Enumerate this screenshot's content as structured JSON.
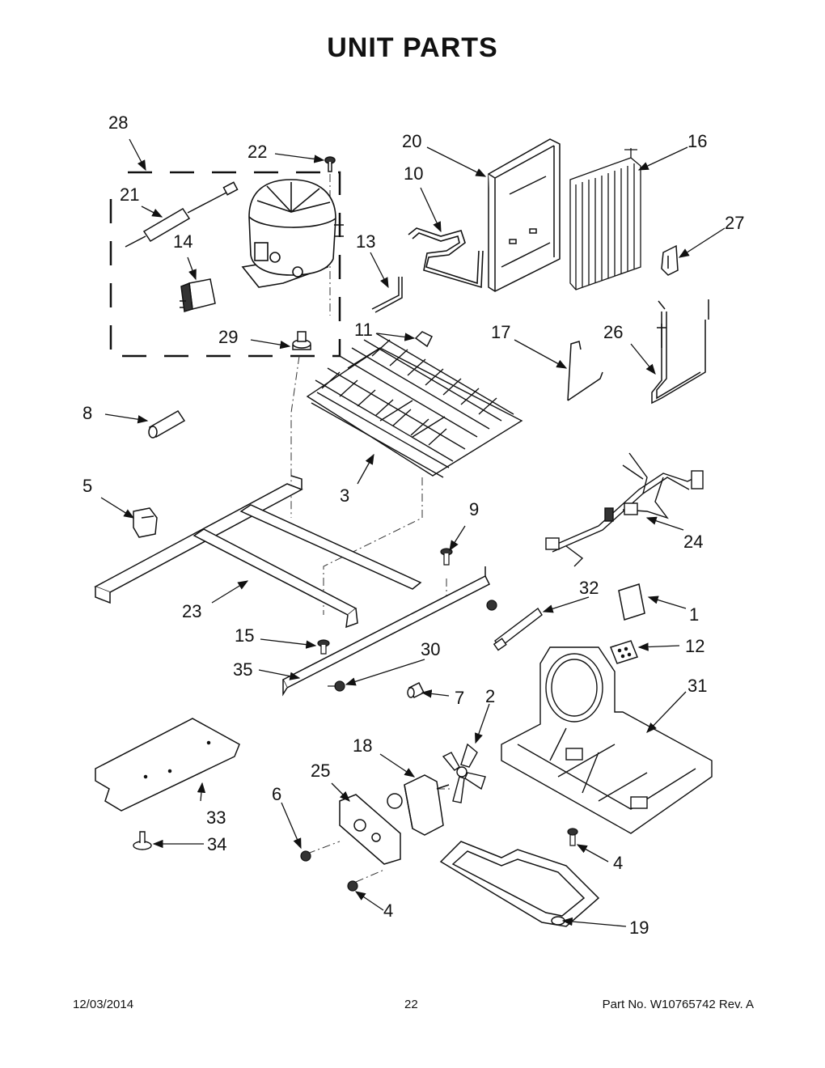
{
  "title": "UNIT  PARTS",
  "callouts": {
    "c1": "1",
    "c2": "2",
    "c3": "3",
    "c4a": "4",
    "c4b": "4",
    "c5": "5",
    "c6": "6",
    "c7": "7",
    "c8": "8",
    "c9": "9",
    "c10": "10",
    "c11": "11",
    "c12": "12",
    "c13": "13",
    "c14": "14",
    "c15": "15",
    "c16": "16",
    "c17": "17",
    "c18": "18",
    "c19": "19",
    "c20": "20",
    "c21": "21",
    "c22": "22",
    "c23": "23",
    "c24": "24",
    "c25": "25",
    "c26": "26",
    "c27": "27",
    "c28": "28",
    "c29": "29",
    "c30": "30",
    "c31": "31",
    "c32": "32",
    "c33": "33",
    "c34": "34",
    "c35": "35"
  },
  "footer": {
    "date": "12/03/2014",
    "page": "22",
    "part": "Part No.  W10765742   Rev.  A"
  }
}
